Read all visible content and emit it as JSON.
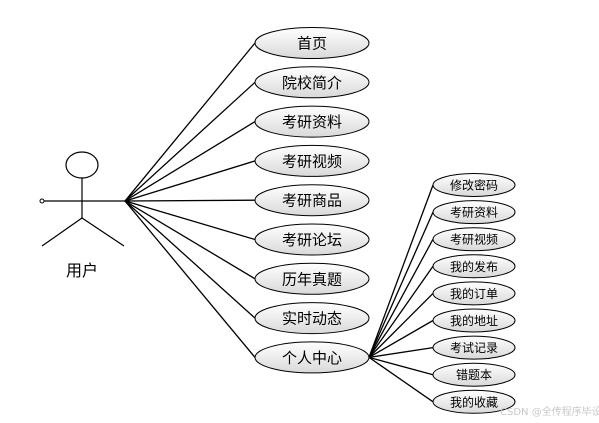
{
  "actor": {
    "label": "用户"
  },
  "main_use_cases": [
    "首页",
    "院校简介",
    "考研资料",
    "考研视频",
    "考研商品",
    "考研论坛",
    "历年真题",
    "实时动态",
    "个人中心"
  ],
  "personal_center_use_cases": [
    "修改密码",
    "考研资料",
    "考研视频",
    "我的发布",
    "我的订单",
    "我的地址",
    "考试记录",
    "错题本",
    "我的收藏"
  ],
  "watermark": "CSDN @全传程序毕设",
  "colors": {
    "ellipse_fill_top": "#ffffff",
    "ellipse_fill_bottom": "#d9d9d9",
    "stroke": "#000000"
  }
}
